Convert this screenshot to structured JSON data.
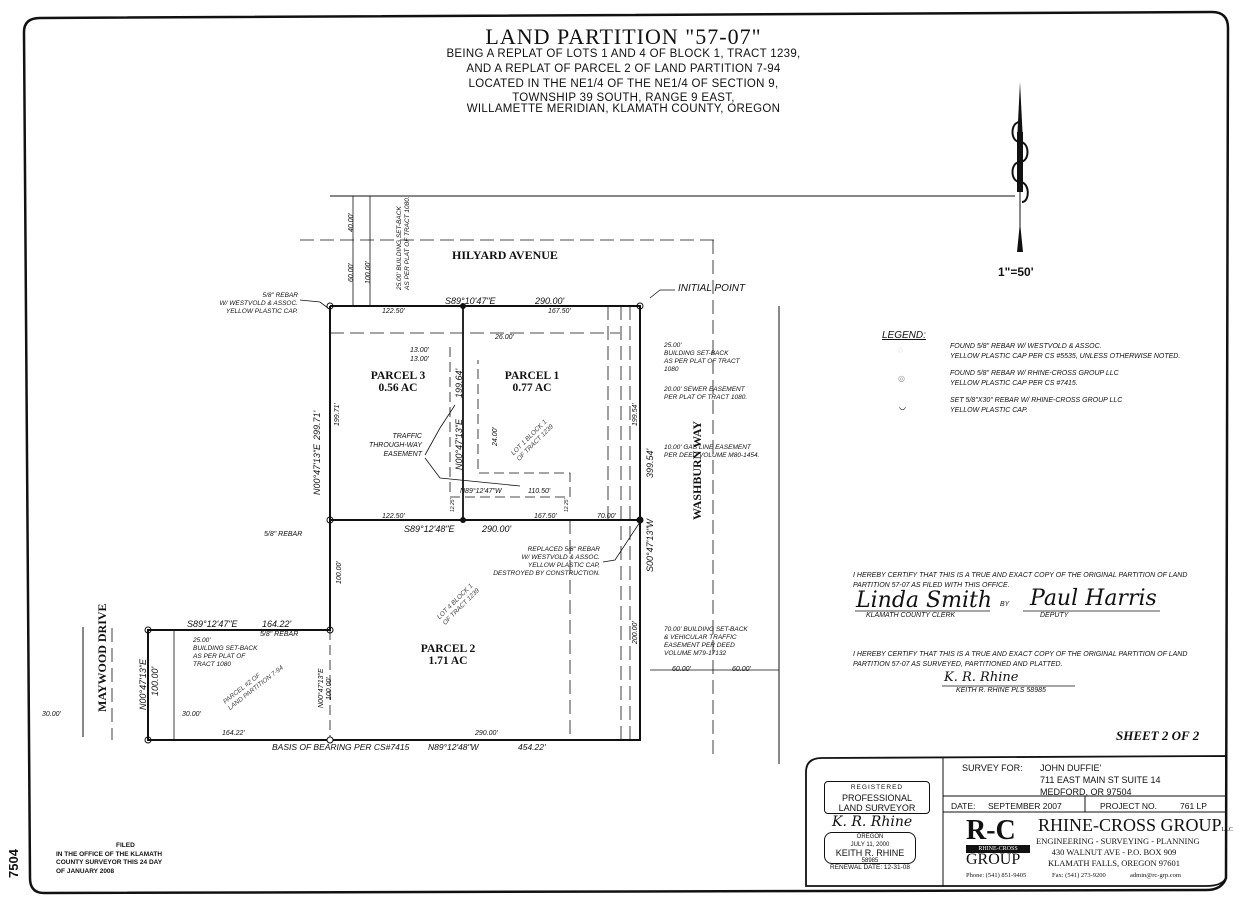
{
  "title": {
    "main": "LAND PARTITION \"57-07\"",
    "lines": [
      "BEING A REPLAT OF LOTS 1 AND 4 OF BLOCK 1, TRACT 1239,",
      "AND A REPLAT OF PARCEL 2 OF LAND PARTITION 7-94",
      "LOCATED IN THE NE1/4 OF THE NE1/4 OF SECTION 9,",
      "TOWNSHIP 39 SOUTH, RANGE 9 EAST,",
      "WILLAMETTE MERIDIAN, KLAMATH COUNTY, OREGON"
    ]
  },
  "north_arrow": {
    "icon": "north-arrow-icon",
    "scale": "1\"=50'"
  },
  "streets": {
    "north": "HILYARD AVENUE",
    "east": "WASHBURN WAY",
    "west": "MAYWOOD DRIVE"
  },
  "parcels": [
    {
      "name": "PARCEL 1",
      "area": "0.77 AC"
    },
    {
      "name": "PARCEL 2",
      "area": "1.71 AC"
    },
    {
      "name": "PARCEL 3",
      "area": "0.56 AC"
    }
  ],
  "bearings": {
    "north_line": "S89°10'47\"E",
    "north_length": "290.00'",
    "mid_line": "S89°12'48\"E",
    "mid_length": "290.00'",
    "west_upper": "N00°47'13\"E",
    "west_upper_length": "299.71'",
    "east_line": "S00°47'13\"W",
    "east_length": "399.54'",
    "inner_line": "N00°47'13\"E",
    "inner_length": "199.64'",
    "small_parcel_top": "S89°12'47\"E",
    "small_parcel_top_length": "164.22'",
    "small_parcel_west": "N00°47'13\"E",
    "small_parcel_west_length": "100.00'",
    "west_lower_dashed": "N00°47'13\"E",
    "west_lower_dashed_length": "100.00'",
    "south_line": "N89°12'48\"W",
    "south_length": "454.22'",
    "basis": "BASIS OF BEARING PER CS#7415"
  },
  "dimensions": {
    "d122_top": "122.50'",
    "d167_top": "167.50'",
    "d122_mid": "122.50'",
    "d167_mid": "167.50'",
    "d70_mid": "70.00'",
    "d13a": "13.00'",
    "d13b": "13.00'",
    "d26": "26.00'",
    "d24": "24.00'",
    "d199_71": "199.71'",
    "d199_54": "199.54'",
    "d110": "110.50'",
    "n89_inner": "N89°12'47\"W",
    "d100_lower": "100.00'",
    "d200": "200.00'",
    "d60a": "60.00'",
    "d60b": "60.00'",
    "d40": "40.00'",
    "d60_top": "60.00'",
    "d100_top": "100.00'",
    "d30a": "30.00'",
    "d30b": "30.00'",
    "d164_bottom": "164.22'",
    "d290_bottom": "290.00'",
    "d12_25a": "12.25'",
    "d12_25b": "12.25'"
  },
  "notes": {
    "rebar_nw": [
      "5/8\" REBAR",
      "W/ WESTVOLD & ASSOC.",
      "YELLOW PLASTIC CAP."
    ],
    "top_setback": [
      "25.00' BUILDING SET-BACK",
      "AS PER PLAT OF TRACT 1080."
    ],
    "initial_point": "INITIAL POINT",
    "east_setback": [
      "25.00'",
      "BUILDING SET-BACK",
      "AS PER PLAT OF TRACT",
      "1080"
    ],
    "sewer": [
      "20.00' SEWER EASEMENT",
      "PER PLAT OF TRACT 1080."
    ],
    "gas": [
      "10.00' GAS LINE EASEMENT",
      "PER DEED VOLUME M80-1454."
    ],
    "traffic": [
      "TRAFFIC",
      "THROUGH-WAY",
      "EASEMENT"
    ],
    "lot1": [
      "LOT 1 BLOCK 1",
      "OF TRACT 1239"
    ],
    "lot4": [
      "LOT 4 BLOCK 1",
      "OF TRACT 1239"
    ],
    "replaced": [
      "REPLACED 5/8\" REBAR",
      "W/ WESTVOLD & ASSOC.",
      "YELLOW PLASTIC CAP,",
      "DESTROYED BY CONSTRUCTION."
    ],
    "rebar_mid": "5/8\" REBAR",
    "rebar_low": "5/8\" REBAR",
    "east70": [
      "70.00' BUILDING SET-BACK",
      "& VEHICULAR TRAFFIC",
      "EASEMENT PER DEED",
      "VOLUME M79-17132"
    ],
    "west_setback": [
      "25.00'",
      "BUILDING SET-BACK",
      "AS PER PLAT OF",
      "TRACT 1080"
    ],
    "parcel_lp": [
      "PARCEL #2 OF",
      "LAND PARTITION 7-94"
    ]
  },
  "legend": {
    "title": "LEGEND:",
    "items": [
      {
        "icon": "found-rebar-westvold-icon",
        "text": [
          "FOUND 5/8\" REBAR W/ WESTVOLD & ASSOC.",
          "YELLOW PLASTIC CAP PER CS #5535, UNLESS OTHERWISE NOTED."
        ]
      },
      {
        "icon": "found-rebar-rhine-cross-icon",
        "text": [
          "FOUND 5/8\" REBAR W/ RHINE-CROSS GROUP LLC",
          "YELLOW PLASTIC CAP PER CS #7415."
        ]
      },
      {
        "icon": "set-rebar-icon",
        "text": [
          "SET 5/8\"X30\" REBAR W/ RHINE-CROSS GROUP LLC",
          "YELLOW PLASTIC CAP."
        ]
      }
    ]
  },
  "certifications": [
    {
      "text": [
        "I HEREBY CERTIFY THAT THIS IS A TRUE AND EXACT COPY OF THE ORIGINAL PARTITION OF LAND",
        "PARTITION 57-07 AS FILED WITH THIS OFFICE."
      ],
      "signature1": "Linda Smith",
      "role1": "KLAMATH COUNTY CLERK",
      "by": "BY",
      "signature2": "Paul Harris",
      "role2": "DEPUTY"
    },
    {
      "text": [
        "I HEREBY CERTIFY THAT THIS IS A TRUE AND EXACT COPY OF THE ORIGINAL PARTITION OF LAND",
        "PARTITION 57-07 AS SURVEYED, PARTITIONED AND PLATTED."
      ],
      "signature1": "K. R. Rhine",
      "role1": "KEITH R. RHINE  PLS 58985"
    }
  ],
  "sheet": "SHEET 2 OF 2",
  "title_block": {
    "stamp": {
      "registered": "REGISTERED",
      "professional": "PROFESSIONAL",
      "land_surveyor": "LAND SURVEYOR",
      "signature": "K. R. Rhine",
      "state": "OREGON",
      "date": "JULY 11, 2000",
      "name": "KEITH R. RHINE",
      "number": "58985",
      "renewal": "RENEWAL DATE: 12-31-08"
    },
    "survey_for_label": "SURVEY FOR:",
    "client": [
      "JOHN DUFFIE'",
      "711 EAST MAIN ST SUITE 14",
      "MEDFORD, OR 97504"
    ],
    "date_label": "DATE:",
    "date": "SEPTEMBER 2007",
    "project_label": "PROJECT NO.",
    "project": "761 LP",
    "company": {
      "logo_top": "R-C",
      "logo_mid": "RHINE-CROSS",
      "logo_bottom": "GROUP",
      "name": "RHINE-CROSS GROUP",
      "suffix": "LLC",
      "services": "ENGINEERING - SURVEYING - PLANNING",
      "address1": "430 WALNUT AVE - P.O. BOX 909",
      "address2": "KLAMATH FALLS, OREGON  97601",
      "phone": "Phone: (541) 851-9405",
      "fax": "Fax: (541) 273-9200",
      "email": "admin@rc-grp.com"
    }
  },
  "recording": {
    "number": "7504",
    "lines": [
      "FILED",
      "IN THE OFFICE OF THE KLAMATH",
      "COUNTY SURVEYOR THIS 24 DAY",
      "OF JANUARY       2008"
    ]
  }
}
